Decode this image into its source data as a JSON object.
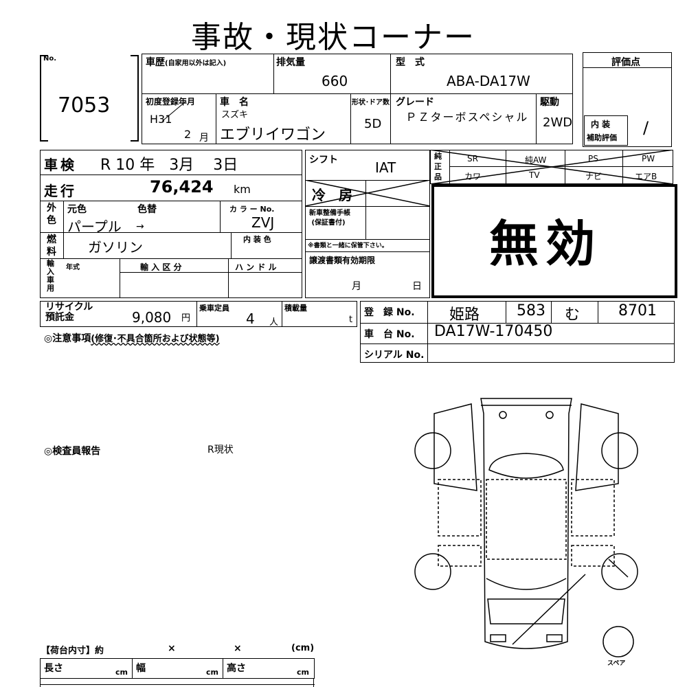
{
  "title": "事故・現状コーナー",
  "lot": {
    "no_label": "No.",
    "number": "7053"
  },
  "history": {
    "label": "車歴",
    "note": "(自家用以外は記入)"
  },
  "displacement": {
    "label": "排気量",
    "value": "660"
  },
  "model": {
    "label": "型　式",
    "value": "ABA-DA17W"
  },
  "score": {
    "label": "評価点",
    "value": "",
    "interior_label_1": "内 装",
    "interior_label_2": "補助評価",
    "interior_value": "/"
  },
  "first_reg": {
    "label": "初度登録年月",
    "year": "H31",
    "month": "2",
    "month_unit": "月"
  },
  "car_name": {
    "label": "車　名",
    "maker": "スズキ",
    "value": "エブリイワゴン"
  },
  "shape": {
    "label": "形状･ドア数",
    "value": "5D"
  },
  "grade": {
    "label": "グレード",
    "value": "ＰＺターボスペシャル"
  },
  "drive": {
    "label": "駆動",
    "value": "2WD"
  },
  "inspection": {
    "label": "車検",
    "era": "R",
    "year": "10",
    "year_unit": "年",
    "month": "3",
    "month_unit": "月",
    "day": "3",
    "day_unit": "日"
  },
  "mileage": {
    "label": "走行",
    "value": "76,424",
    "unit": "km"
  },
  "color": {
    "section_1": "外",
    "section_2": "色",
    "orig_label": "元色",
    "change_label": "色替",
    "orig_value": "パープル",
    "arrow": "→",
    "code_label": "カ ラ ー No.",
    "code_value": "ZVJ"
  },
  "fuel": {
    "section_1": "燃",
    "section_2": "料",
    "value": "ガソリン",
    "interior_color_label": "内 装 色"
  },
  "import": {
    "section": "輸入車用",
    "year_label": "年式",
    "division_label": "輸 入 区 分",
    "handle_label": "ハ ン ド ル"
  },
  "shift": {
    "label": "シフト",
    "value": "IAT"
  },
  "aircon": {
    "label": "冷 房"
  },
  "maintenance": {
    "label_1": "新車整備手帳",
    "label_2": "(保証書付)",
    "note": "※書類と一緒に保管下さい。"
  },
  "transfer": {
    "label": "譲渡書類有効期限",
    "month_unit": "月",
    "day_unit": "日"
  },
  "equipment": {
    "section_1": "純",
    "section_2": "正",
    "section_3": "品",
    "row1": [
      "SR",
      "純AW",
      "PS",
      "PW"
    ],
    "row2": [
      "カワ",
      "TV",
      "ナビ",
      "エアB"
    ]
  },
  "invalid_stamp": "無効",
  "recycle": {
    "label_1": "リサイクル",
    "label_2": "預託金",
    "value": "9,080",
    "unit": "円"
  },
  "capacity": {
    "label": "乗車定員",
    "value": "4",
    "unit": "人"
  },
  "load": {
    "label": "積載量",
    "unit": "t"
  },
  "registration": {
    "label": "登　録 No.",
    "place": "姫路",
    "class_no": "583",
    "kana": "む",
    "number": "8701"
  },
  "chassis": {
    "label": "車　台 No.",
    "value": "DA17W-170450"
  },
  "serial": {
    "label": "シリアル No.",
    "value": ""
  },
  "notes": {
    "label": "◎注意事項",
    "sub": "(修復･不具合箇所および状態等)"
  },
  "inspector": {
    "label": "◎検査員報告",
    "value": "R現状"
  },
  "cargo": {
    "label": "【荷台内寸】約",
    "x1": "×",
    "x2": "×",
    "unit": "(cm)",
    "length_label": "長さ",
    "width_label": "幅",
    "height_label": "高さ",
    "cm": "cm"
  },
  "diagram": {
    "spare_label": "スペア"
  }
}
